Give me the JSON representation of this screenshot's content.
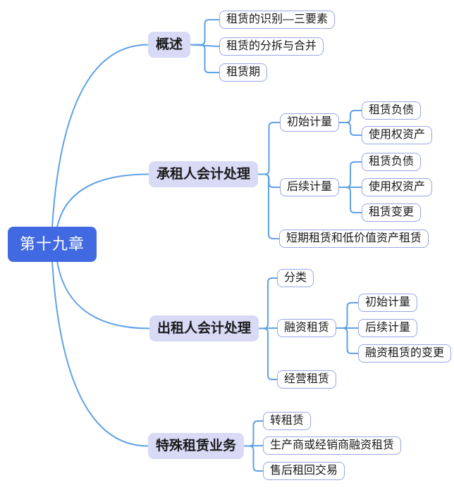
{
  "colors": {
    "background": "#ffffff",
    "root_bg": "#4169e1",
    "root_text": "#ffffff",
    "branch_bg": "#d8daf6",
    "leaf_bg": "#ffffff",
    "leaf_border": "#9aa5e6",
    "node_text": "#1a1a1a",
    "connector": "#5fa2e5"
  },
  "mindmap": {
    "root": {
      "label": "第十九章"
    },
    "branches": [
      {
        "label": "概述",
        "children": [
          {
            "label": "租赁的识别—三要素"
          },
          {
            "label": "租赁的分拆与合并"
          },
          {
            "label": "租赁期"
          }
        ]
      },
      {
        "label": "承租人会计处理",
        "children": [
          {
            "label": "初始计量",
            "children": [
              {
                "label": "租赁负债"
              },
              {
                "label": "使用权资产"
              }
            ]
          },
          {
            "label": "后续计量",
            "children": [
              {
                "label": "租赁负债"
              },
              {
                "label": "使用权资产"
              },
              {
                "label": "租赁变更"
              }
            ]
          },
          {
            "label": "短期租赁和低价值资产租赁"
          }
        ]
      },
      {
        "label": "出租人会计处理",
        "children": [
          {
            "label": "分类"
          },
          {
            "label": "融资租赁",
            "children": [
              {
                "label": "初始计量"
              },
              {
                "label": "后续计量"
              },
              {
                "label": "融资租赁的变更"
              }
            ]
          },
          {
            "label": "经营租赁"
          }
        ]
      },
      {
        "label": "特殊租赁业务",
        "children": [
          {
            "label": "转租赁"
          },
          {
            "label": "生产商或经销商融资租赁"
          },
          {
            "label": "售后租回交易"
          }
        ]
      }
    ]
  }
}
